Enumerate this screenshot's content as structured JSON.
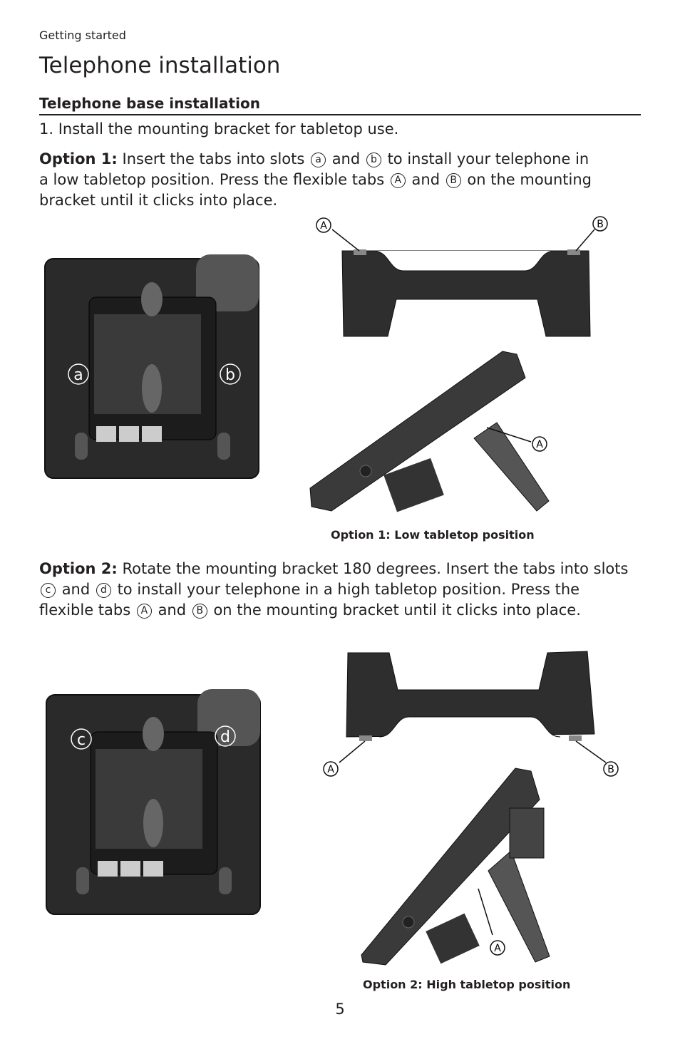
{
  "header": {
    "section": "Getting started",
    "title": "Telephone installation"
  },
  "subheading": "Telephone base installation",
  "step1": "1. Install the mounting bracket for tabletop use.",
  "option1": {
    "label": "Option 1:",
    "t1": "Insert the tabs into slots",
    "slot_a": "a",
    "and1": "and",
    "slot_b": "b",
    "t2": "to install your telephone in",
    "t3": "a low tabletop position. Press the flexible tabs",
    "tab_a": "A",
    "and2": "and",
    "tab_b": "B",
    "t4": "on the mounting",
    "t5": "bracket until it clicks into place.",
    "caption": "Option 1: Low tabletop position"
  },
  "option2": {
    "label": "Option 2:",
    "t1": "Rotate the mounting bracket 180 degrees. Insert the tabs into slots",
    "slot_c": "c",
    "and1": "and",
    "slot_d": "d",
    "t2": "to install your telephone in a high tabletop position. Press the",
    "t3": "flexible tabs",
    "tab_a": "A",
    "and2": "and",
    "tab_b": "B",
    "t4": "on the mounting bracket until it clicks into place.",
    "caption": "Option 2: High tabletop position"
  },
  "figure_labels": {
    "slot_a": "a",
    "slot_b": "b",
    "slot_c": "c",
    "slot_d": "d",
    "tab_a": "A",
    "tab_b": "B"
  },
  "page_number": "5"
}
